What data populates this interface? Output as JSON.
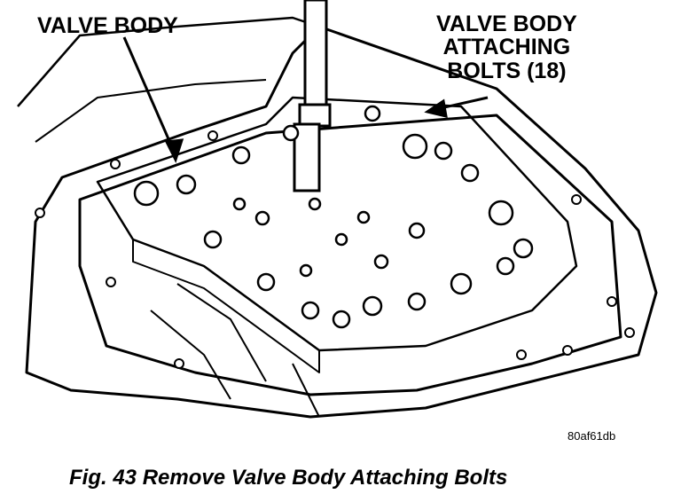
{
  "callouts": {
    "valve_body": "VALVE BODY",
    "bolts_line1": "VALVE BODY",
    "bolts_line2": "ATTACHING",
    "bolts_line3": "BOLTS (18)"
  },
  "reference_code": "80af61db",
  "caption": "Fig. 43 Remove Valve Body Attaching Bolts",
  "colors": {
    "ink": "#000000",
    "paper": "#ffffff"
  }
}
